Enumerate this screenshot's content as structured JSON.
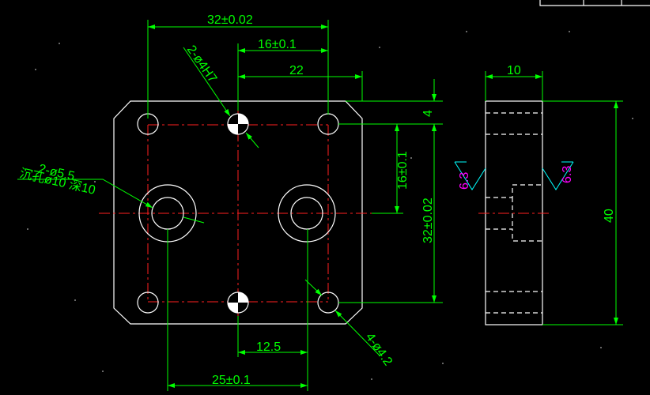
{
  "dimensions": {
    "top_width": "32±0.02",
    "top_inner": "16±0.1",
    "top_22": "22",
    "side_thickness": "10",
    "right_4": "4",
    "right_16": "16±0.1",
    "right_32": "32±0.02",
    "height_40": "40",
    "bottom_12_5": "12.5",
    "bottom_25": "25±0.1"
  },
  "notes": {
    "dowel_holes": "2-ø4H7",
    "counterbore_1": "2-ø5.5",
    "counterbore_2": "沉孔ø10 深10",
    "small_holes": "4-ø4.2"
  },
  "surface_finish": {
    "left": "6.3",
    "right": "6.3"
  },
  "colors": {
    "outline": "#ffffff",
    "dimension": "#00ff00",
    "centerline": "#ff2020",
    "finish": "#ff00ff"
  }
}
